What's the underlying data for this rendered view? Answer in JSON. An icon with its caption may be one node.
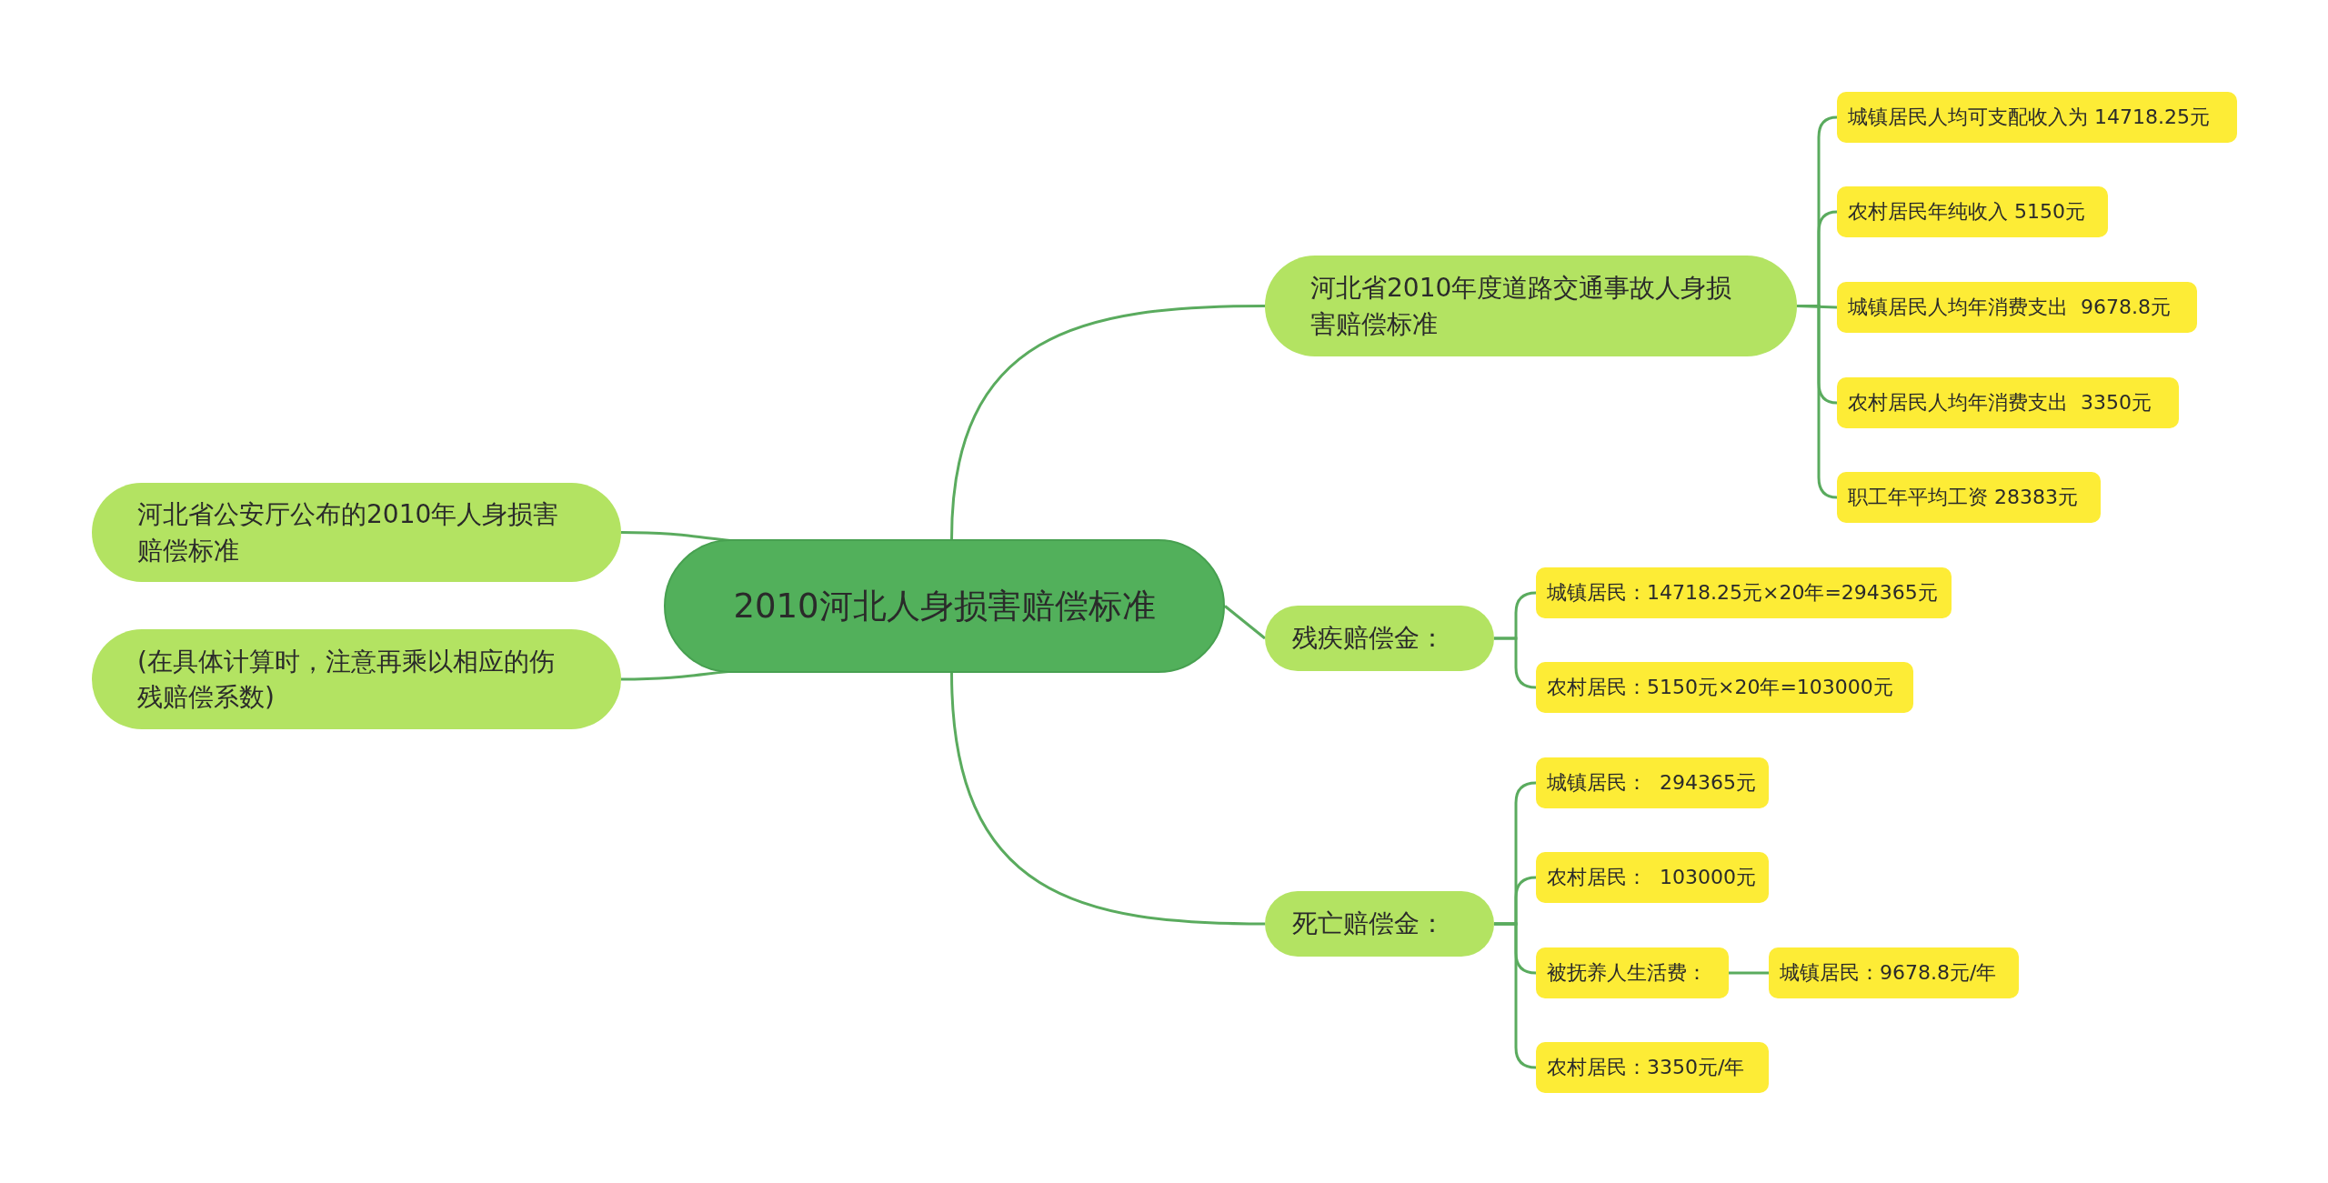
{
  "diagram": {
    "nodes": [
      {
        "text": [
          "2010河北人身损害赔偿标准"
        ]
      },
      {
        "text": [
          "河北省公安厅公布的2010年人身损害赔偿标准"
        ]
      },
      {
        "text": [
          "(在具体计算时，注意再乘以相应的伤残赔偿系数)"
        ]
      },
      {
        "text": [
          "河北省2010年度道路交通事故人身损害赔偿标准"
        ]
      },
      {
        "text": [
          "城镇居民人均可支配收入为 14718.25元"
        ]
      },
      {
        "text": [
          "农村居民年纯收入 5150元"
        ]
      },
      {
        "text": [
          "城镇居民人均年消费支出  9678.8元"
        ]
      },
      {
        "text": [
          "农村居民人均年消费支出  3350元"
        ]
      },
      {
        "text": [
          "职工年平均工资 28383元"
        ]
      },
      {
        "text": [
          "残疾赔偿金："
        ]
      },
      {
        "text": [
          "城镇居民：14718.25元×20年=294365元"
        ]
      },
      {
        "text": [
          "农村居民：5150元×20年=103000元"
        ]
      },
      {
        "text": [
          "死亡赔偿金："
        ]
      },
      {
        "text": [
          "城镇居民：  294365元"
        ]
      },
      {
        "text": [
          "农村居民：  103000元"
        ]
      },
      {
        "text": [
          "被抚养人生活费："
        ]
      },
      {
        "text": [
          "城镇居民：9678.8元/年"
        ]
      },
      {
        "text": [
          "农村居民：3350元/年"
        ]
      }
    ],
    "edges": [
      {
        "from": 0,
        "to": 1,
        "arrow": "none"
      },
      {
        "from": 0,
        "to": 2,
        "arrow": "none"
      },
      {
        "from": 0,
        "to": 3,
        "arrow": "none"
      },
      {
        "from": 3,
        "to": 4,
        "arrow": "none"
      },
      {
        "from": 3,
        "to": 5,
        "arrow": "none"
      },
      {
        "from": 3,
        "to": 6,
        "arrow": "none"
      },
      {
        "from": 3,
        "to": 7,
        "arrow": "none"
      },
      {
        "from": 3,
        "to": 8,
        "arrow": "none"
      },
      {
        "from": 0,
        "to": 9,
        "arrow": "none"
      },
      {
        "from": 9,
        "to": 10,
        "arrow": "none"
      },
      {
        "from": 9,
        "to": 11,
        "arrow": "none"
      },
      {
        "from": 0,
        "to": 12,
        "arrow": "none"
      },
      {
        "from": 12,
        "to": 13,
        "arrow": "none"
      },
      {
        "from": 12,
        "to": 14,
        "arrow": "none"
      },
      {
        "from": 12,
        "to": 15,
        "arrow": "none"
      },
      {
        "from": 15,
        "to": 16,
        "arrow": "none"
      },
      {
        "from": 12,
        "to": 17,
        "arrow": "none"
      }
    ]
  }
}
